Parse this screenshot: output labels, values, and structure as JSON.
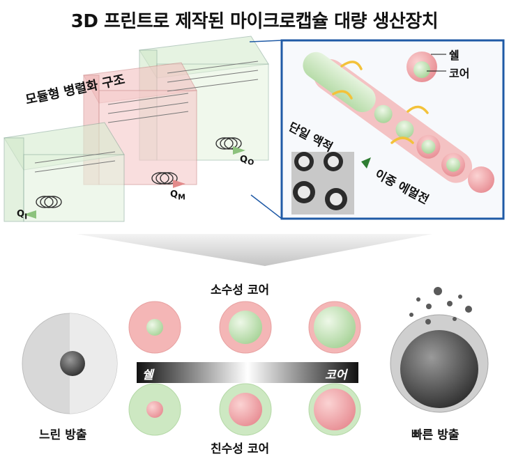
{
  "title": "3D 프린트로 제작된 마이크로캡슐 대량 생산장치",
  "device": {
    "structure_label": "모듈형 병렬화 구조",
    "flow_inner": "Q",
    "flow_inner_sub": "I",
    "flow_middle": "Q",
    "flow_middle_sub": "M",
    "flow_outer": "Q",
    "flow_outer_sub": "O"
  },
  "inset": {
    "shell_label": "쉘",
    "core_label": "코어",
    "single_droplet_label": "단일 액적",
    "double_emulsion_label": "이중 에멀전"
  },
  "bottom": {
    "hydrophobic_core_label": "소수성 코어",
    "hydrophilic_core_label": "친수성 코어",
    "shell_gradient_label": "쉘",
    "core_gradient_label": "코어",
    "slow_release_label": "느린 방출",
    "fast_release_label": "빠른 방출"
  },
  "colors": {
    "pink": "#f0a7a7",
    "green": "#cde8c2",
    "frame": "#1f5aa6"
  }
}
